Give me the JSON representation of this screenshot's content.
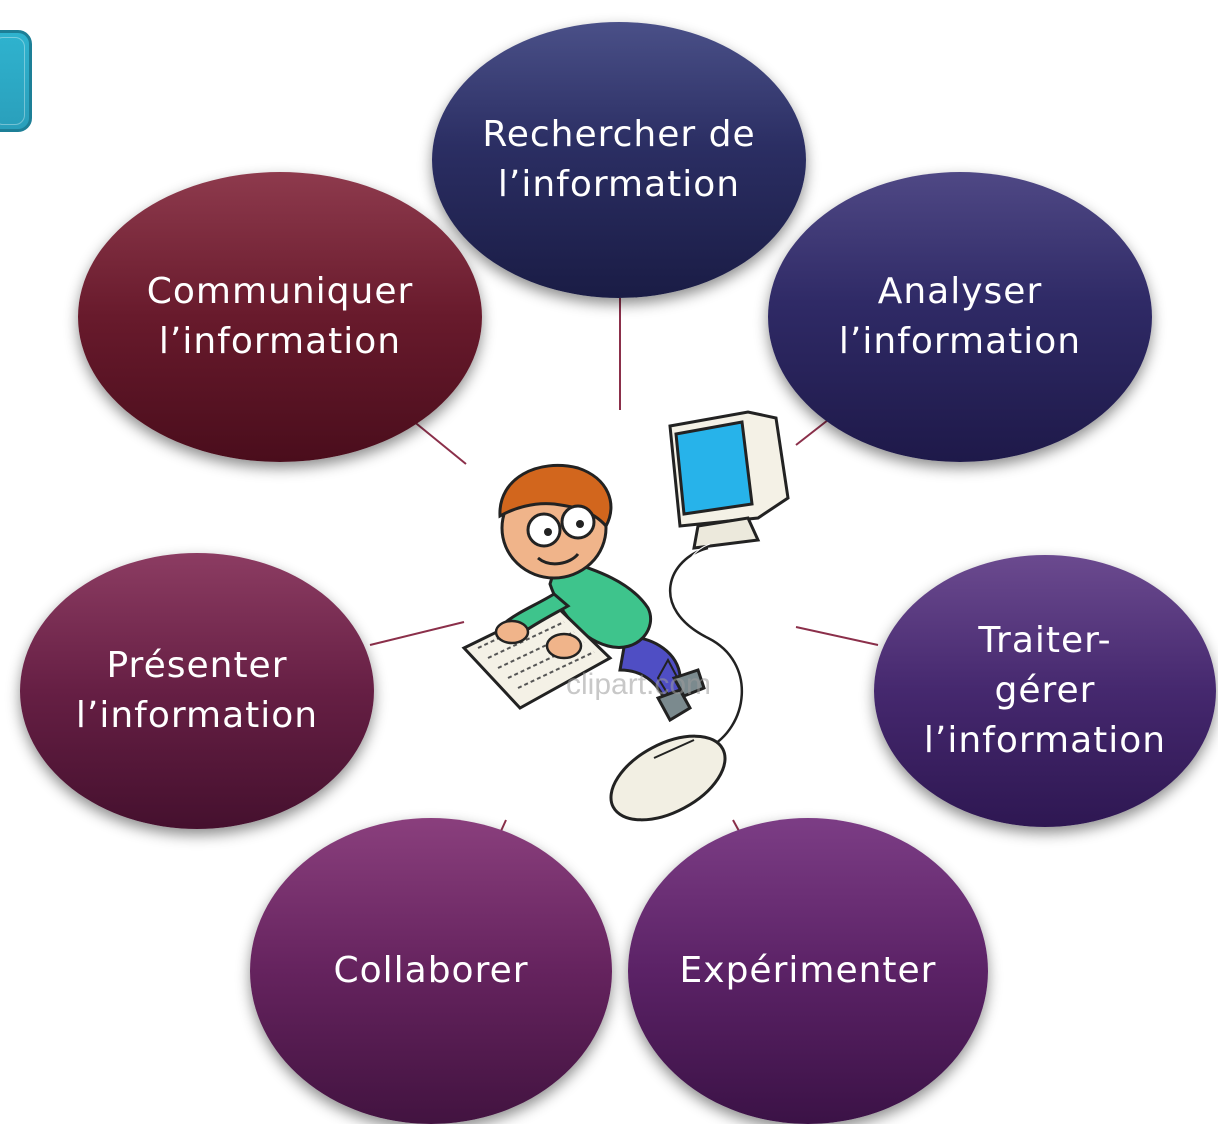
{
  "nodes": [
    {
      "id": "rechercher",
      "label": "Rechercher de\nl’information"
    },
    {
      "id": "analyser",
      "label": "Analyser\nl’information"
    },
    {
      "id": "traiter",
      "label": "Traiter-\ngérer\nl’information"
    },
    {
      "id": "experimenter",
      "label": "Expérimenter"
    },
    {
      "id": "collaborer",
      "label": "Collaborer"
    },
    {
      "id": "presenter",
      "label": "Présenter\nl’information"
    },
    {
      "id": "communiquer",
      "label": "Communiquer\nl’information"
    }
  ],
  "center_image": {
    "icon": "boy-at-computer-clipart",
    "watermark": "clipart.com"
  },
  "colors": {
    "connector": "#8b2f4a",
    "corner_tab": "#2fb3cf"
  }
}
